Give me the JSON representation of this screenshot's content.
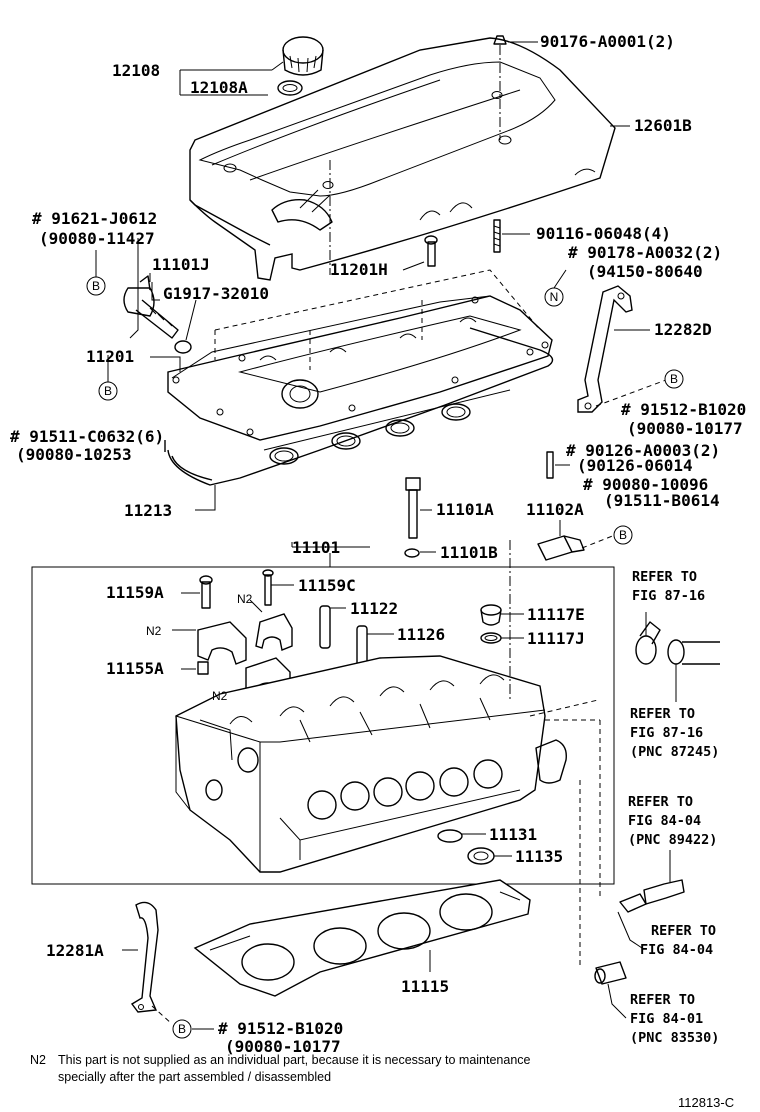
{
  "callouts": {
    "p12108": "12108",
    "p12108A": "12108A",
    "p90176": "90176-A0001(2)",
    "p12601B": "12601B",
    "p91621": "# 91621-J0612",
    "p91621_alt": "(90080-11427",
    "p11101J": "11101J",
    "pG1917": "G1917-32010",
    "p11201H": "11201H",
    "p90116": "90116-06048(4)",
    "p90178": "# 90178-A0032(2)",
    "p90178_alt": "(94150-80640",
    "p12282D": "12282D",
    "p11201": "11201",
    "p91512a": "# 91512-B1020",
    "p91512a_alt": "(90080-10177",
    "p91511C": "# 91511-C0632(6)",
    "p91511C_alt": "(90080-10253",
    "p90126": "# 90126-A0003(2)",
    "p90126_alt": "(90126-06014",
    "p90080": "# 90080-10096",
    "p90080_alt": "(91511-B0614",
    "p11213": "11213",
    "p11101A": "11101A",
    "p11102A": "11102A",
    "p11101B": "11101B",
    "p11101": "11101",
    "p11159A": "11159A",
    "p11159C": "11159C",
    "p11122": "11122",
    "p11126": "11126",
    "p11117E": "11117E",
    "p11117J": "11117J",
    "p11155A": "11155A",
    "p11131": "11131",
    "p11135": "11135",
    "p12281A": "12281A",
    "p11115": "11115",
    "p91512b": "# 91512-B1020",
    "p91512b_alt": "(90080-10177"
  },
  "references": {
    "r1_l1": "REFER TO",
    "r1_l2": "FIG 87-16",
    "r2_l1": "REFER TO",
    "r2_l2": "FIG 87-16",
    "r2_l3": "(PNC 87245)",
    "r3_l1": "REFER TO",
    "r3_l2": "FIG 84-04",
    "r3_l3": "(PNC 89422)",
    "r4_l1": "REFER TO",
    "r4_l2": "FIG 84-04",
    "r5_l1": "REFER TO",
    "r5_l2": "FIG 84-01",
    "r5_l3": "(PNC 83530)"
  },
  "markers": {
    "b": "B",
    "n": "N",
    "n2": "N2"
  },
  "footnote": {
    "code": "N2",
    "line1": "This part is not supplied as an individual part, because it is necessary to maintenance",
    "line2": "specially after the part assembled / disassembled"
  },
  "figure_id": "112813-C"
}
